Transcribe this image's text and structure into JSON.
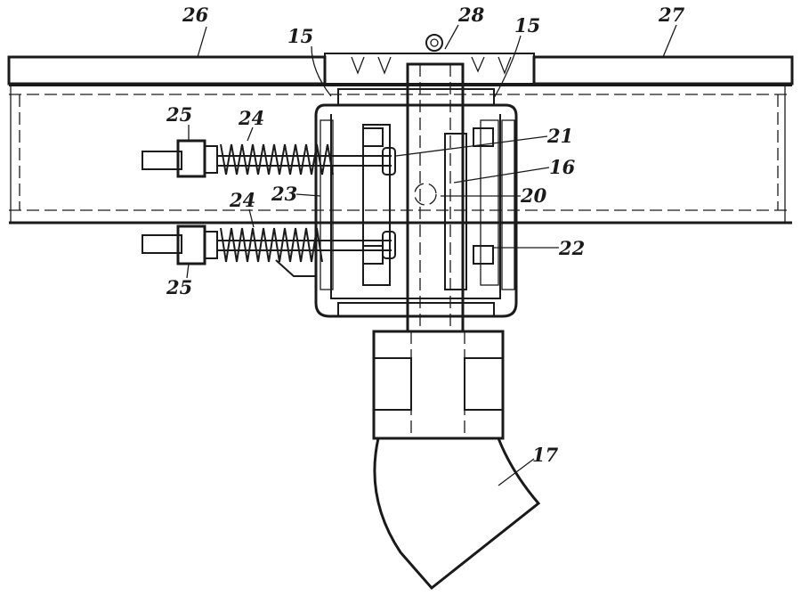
{
  "figure": {
    "labels": [
      {
        "id": "ref-26",
        "text": "26"
      },
      {
        "id": "ref-27",
        "text": "27"
      },
      {
        "id": "ref-28",
        "text": "28"
      },
      {
        "id": "ref-15-left",
        "text": "15"
      },
      {
        "id": "ref-15-right",
        "text": "15"
      },
      {
        "id": "ref-25-top",
        "text": "25"
      },
      {
        "id": "ref-24-top",
        "text": "24"
      },
      {
        "id": "ref-21",
        "text": "21"
      },
      {
        "id": "ref-16",
        "text": "16"
      },
      {
        "id": "ref-23",
        "text": "23"
      },
      {
        "id": "ref-20",
        "text": "20"
      },
      {
        "id": "ref-24-bottom",
        "text": "24"
      },
      {
        "id": "ref-22",
        "text": "22"
      },
      {
        "id": "ref-25-bottom",
        "text": "25"
      },
      {
        "id": "ref-17",
        "text": "17"
      }
    ]
  }
}
